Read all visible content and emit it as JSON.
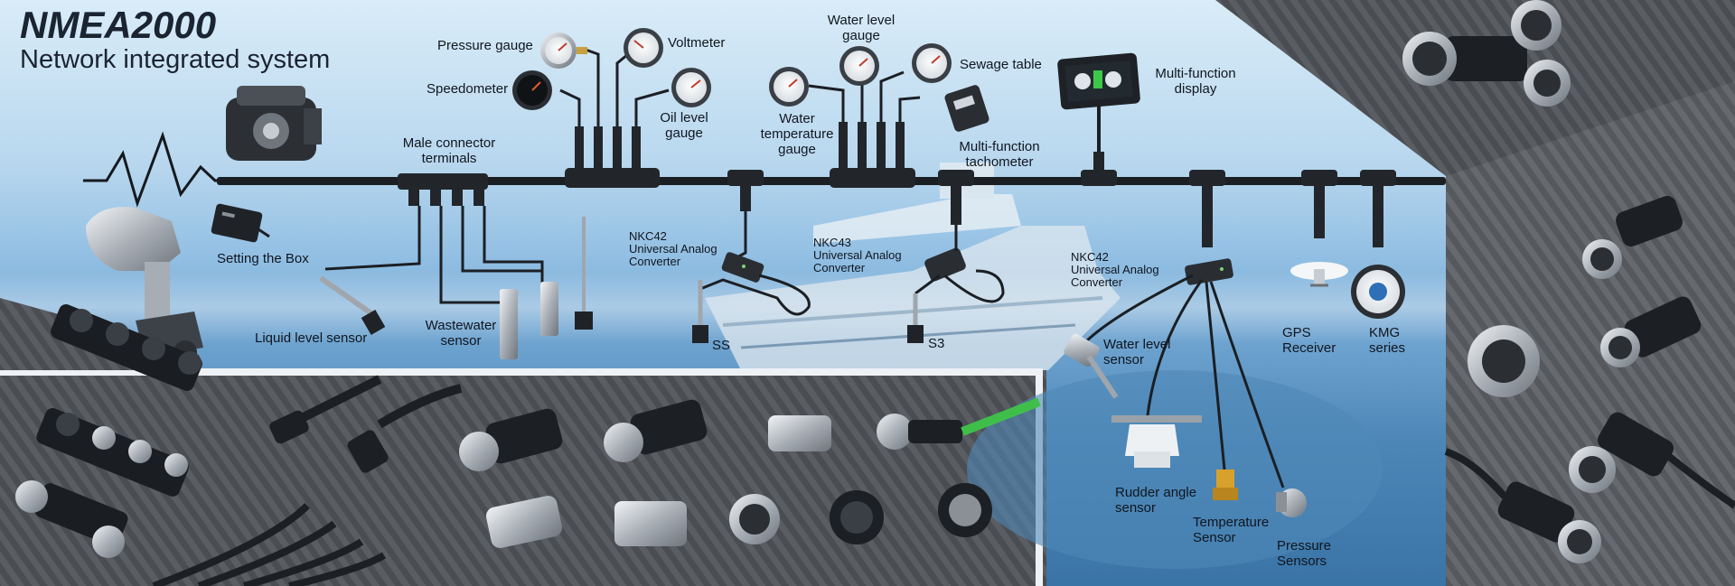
{
  "header": {
    "title": "NMEA2000",
    "subtitle": "Network integrated system"
  },
  "labels": {
    "pressure_gauge": "Pressure gauge",
    "voltmeter": "Voltmeter",
    "speedometer": "Speedometer",
    "oil_level_gauge_1": "Oil level",
    "oil_level_gauge_2": "gauge",
    "water_level_gauge_1": "Water level",
    "water_level_gauge_2": "gauge",
    "sewage_table": "Sewage table",
    "water_temp_1": "Water",
    "water_temp_2": "temperature",
    "water_temp_3": "gauge",
    "mfd_1": "Multi-function",
    "mfd_2": "display",
    "mft_1": "Multi-function",
    "mft_2": "tachometer",
    "male_conn_1": "Male connector",
    "male_conn_2": "terminals",
    "setting_box": "Setting the Box",
    "nkc42_a_1": "NKC42",
    "nkc42_a_2": "Universal Analog",
    "nkc42_a_3": "Converter",
    "nkc43_1": "NKC43",
    "nkc43_2": "Universal Analog",
    "nkc43_3": "Converter",
    "nkc42_b_1": "NKC42",
    "nkc42_b_2": "Universal Analog",
    "nkc42_b_3": "Converter",
    "liquid_level_sensor": "Liquid level sensor",
    "wastewater_1": "Wastewater",
    "wastewater_2": "sensor",
    "ss": "SS",
    "s3": "S3",
    "water_level_sensor_1": "Water level",
    "water_level_sensor_2": "sensor",
    "gps_1": "GPS",
    "gps_2": "Receiver",
    "kmg_1": "KMG",
    "kmg_2": "series",
    "rudder_1": "Rudder angle",
    "rudder_2": "sensor",
    "temp_sensor_1": "Temperature",
    "temp_sensor_2": "Sensor",
    "pressure_sensors_1": "Pressure",
    "pressure_sensors_2": "Sensors"
  },
  "colors": {
    "backbone": "#1b1f24",
    "label_text": "#10161f",
    "title_text": "#1b2431",
    "panel_dark": "#4a4d52",
    "panel_border": "#e9eef2"
  }
}
